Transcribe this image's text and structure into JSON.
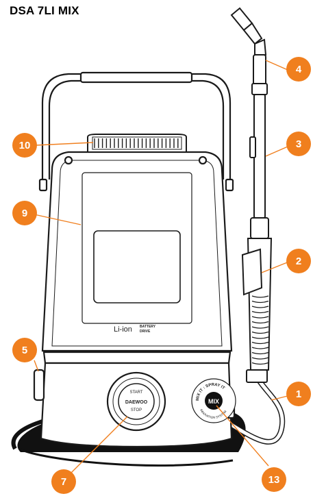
{
  "title": "DSA 7LI MIX",
  "colors": {
    "callout": "#F07F1E",
    "outline": "#1a1a1a",
    "base_shadow": "#111111"
  },
  "product_text": {
    "li_ion": "Li-ion",
    "battery": "BATTERY",
    "drive": "DRIVE",
    "start": "START",
    "brand": "DAEWOO",
    "stop": "STOP",
    "mix": "MIX",
    "mix_ring_top": "MIX IT : SPRAY IT",
    "mix_ring_bottom": "INNOVATION SYSTEM"
  },
  "callouts": [
    {
      "id": "1",
      "label": "1"
    },
    {
      "id": "2",
      "label": "2"
    },
    {
      "id": "3",
      "label": "3"
    },
    {
      "id": "4",
      "label": "4"
    },
    {
      "id": "5",
      "label": "5"
    },
    {
      "id": "7",
      "label": "7"
    },
    {
      "id": "9",
      "label": "9"
    },
    {
      "id": "10",
      "label": "10"
    },
    {
      "id": "13",
      "label": "13"
    }
  ]
}
